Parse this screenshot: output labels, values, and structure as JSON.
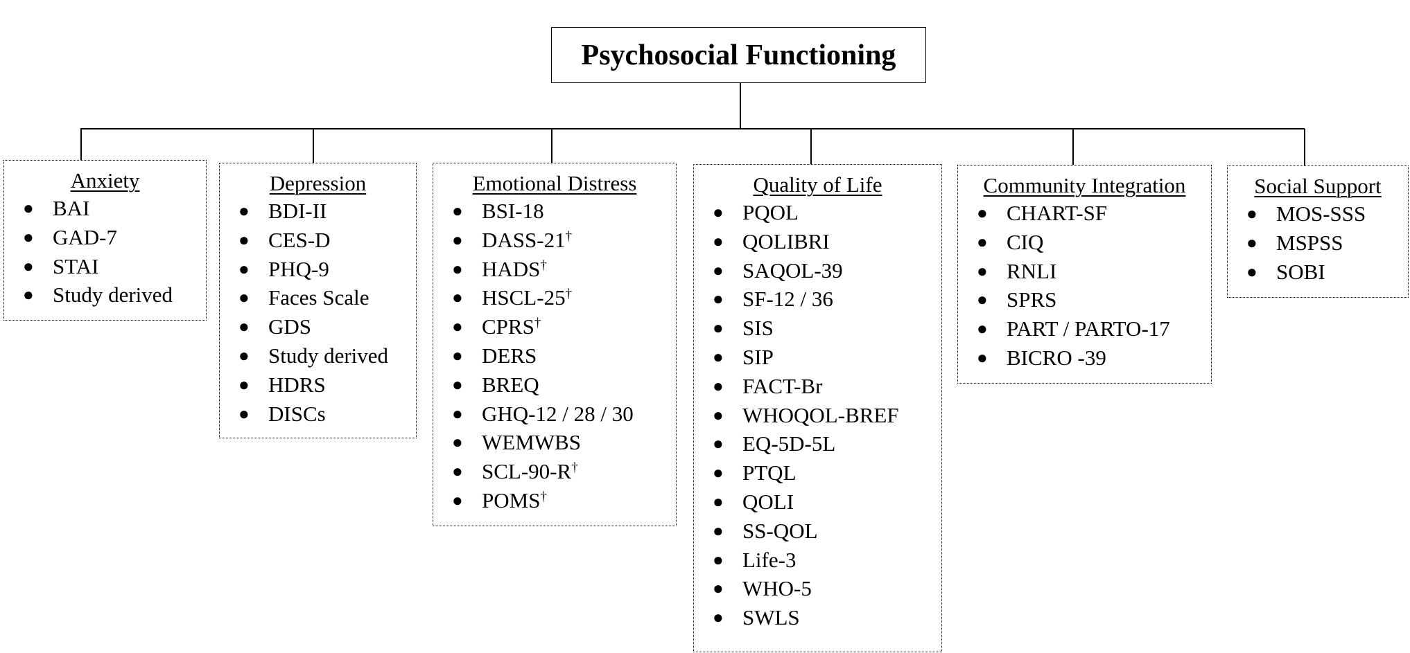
{
  "root": {
    "title": "Psychosocial Functioning"
  },
  "categories": [
    {
      "title": "Anxiety",
      "items": [
        {
          "text": "BAI",
          "mark": ""
        },
        {
          "text": "GAD-7",
          "mark": ""
        },
        {
          "text": "STAI",
          "mark": ""
        },
        {
          "text": "Study derived",
          "mark": ""
        }
      ]
    },
    {
      "title": "Depression",
      "items": [
        {
          "text": "BDI-II",
          "mark": ""
        },
        {
          "text": "CES-D",
          "mark": ""
        },
        {
          "text": "PHQ-9",
          "mark": ""
        },
        {
          "text": "Faces Scale",
          "mark": ""
        },
        {
          "text": "GDS",
          "mark": ""
        },
        {
          "text": "Study derived",
          "mark": ""
        },
        {
          "text": "HDRS",
          "mark": ""
        },
        {
          "text": "DISCs",
          "mark": ""
        }
      ]
    },
    {
      "title": "Emotional Distress",
      "items": [
        {
          "text": "BSI-18",
          "mark": ""
        },
        {
          "text": "DASS-21",
          "mark": "†"
        },
        {
          "text": "HADS",
          "mark": "†"
        },
        {
          "text": "HSCL-25",
          "mark": "†"
        },
        {
          "text": "CPRS",
          "mark": "†"
        },
        {
          "text": "DERS",
          "mark": ""
        },
        {
          "text": "BREQ",
          "mark": ""
        },
        {
          "text": "GHQ-12 / 28 / 30",
          "mark": ""
        },
        {
          "text": "WEMWBS",
          "mark": ""
        },
        {
          "text": "SCL-90-R",
          "mark": "†"
        },
        {
          "text": "POMS",
          "mark": "†"
        }
      ]
    },
    {
      "title": "Quality of Life",
      "items": [
        {
          "text": "PQOL",
          "mark": ""
        },
        {
          "text": "QOLIBRI",
          "mark": ""
        },
        {
          "text": "SAQOL-39",
          "mark": ""
        },
        {
          "text": "SF-12 / 36",
          "mark": ""
        },
        {
          "text": "SIS",
          "mark": ""
        },
        {
          "text": "SIP",
          "mark": ""
        },
        {
          "text": "FACT-Br",
          "mark": ""
        },
        {
          "text": "WHOQOL-BREF",
          "mark": ""
        },
        {
          "text": "EQ-5D-5L",
          "mark": ""
        },
        {
          "text": "PTQL",
          "mark": ""
        },
        {
          "text": "QOLI",
          "mark": ""
        },
        {
          "text": "SS-QOL",
          "mark": ""
        },
        {
          "text": "Life-3",
          "mark": ""
        },
        {
          "text": "WHO-5",
          "mark": ""
        },
        {
          "text": "SWLS",
          "mark": ""
        }
      ]
    },
    {
      "title": "Community Integration",
      "items": [
        {
          "text": "CHART-SF",
          "mark": ""
        },
        {
          "text": "CIQ",
          "mark": ""
        },
        {
          "text": "RNLI",
          "mark": ""
        },
        {
          "text": "SPRS",
          "mark": ""
        },
        {
          "text": "PART / PARTO-17",
          "mark": ""
        },
        {
          "text": "BICRO -39",
          "mark": ""
        }
      ]
    },
    {
      "title": "Social Support",
      "items": [
        {
          "text": "MOS-SSS",
          "mark": ""
        },
        {
          "text": "MSPSS",
          "mark": ""
        },
        {
          "text": "SOBI",
          "mark": ""
        }
      ]
    }
  ]
}
